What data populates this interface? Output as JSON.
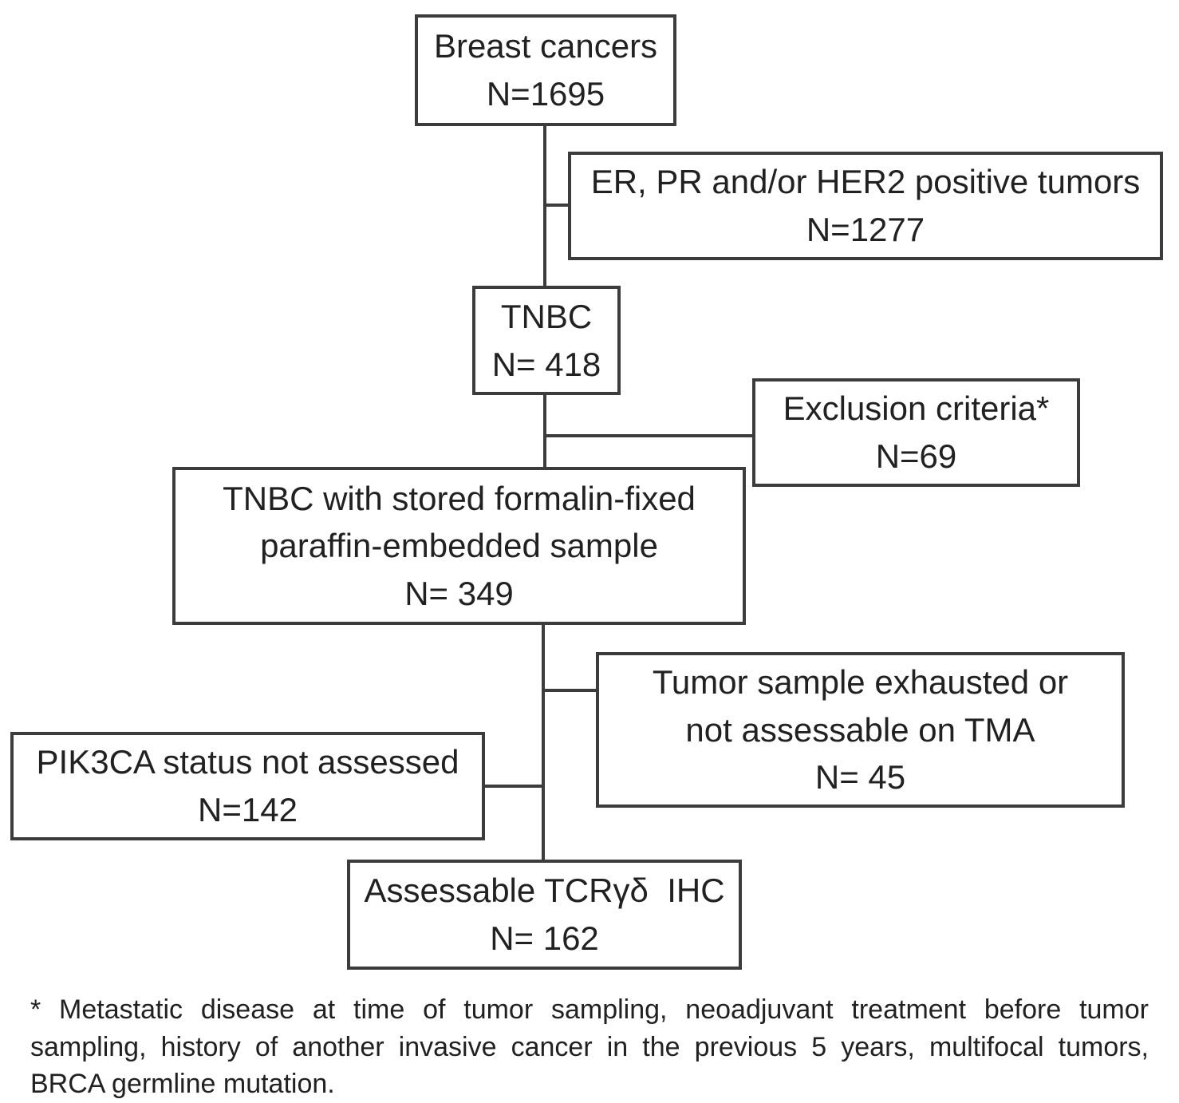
{
  "figure": {
    "type": "flow-diagram",
    "colors": {
      "line": "#3c3c3c",
      "text": "#212121",
      "background": "#ffffff"
    },
    "boxes": [
      {
        "id": "breast-cancers",
        "lines": [
          "Breast cancers",
          "N=1695"
        ]
      },
      {
        "id": "er-pr-her2-positive",
        "lines": [
          "ER, PR and/or HER2 positive tumors",
          "N=1277"
        ]
      },
      {
        "id": "tnbc",
        "lines": [
          "TNBC",
          "N= 418"
        ]
      },
      {
        "id": "exclusion-criteria",
        "lines": [
          "Exclusion criteria*",
          "N=69"
        ]
      },
      {
        "id": "tnbc-stored-sample",
        "lines": [
          "TNBC with stored formalin-fixed",
          "paraffin-embedded sample",
          "N= 349"
        ]
      },
      {
        "id": "tumor-sample-exhausted",
        "lines": [
          "Tumor sample exhausted or",
          "not assessable on TMA",
          "N= 45"
        ]
      },
      {
        "id": "pik3ca-not-assessed",
        "lines": [
          "PIK3CA status not assessed",
          "N=142"
        ]
      },
      {
        "id": "assessable-tcr-ihc",
        "lines": [
          "Assessable TCRγδ  IHC",
          "N= 162"
        ]
      }
    ],
    "footnote": "* Metastatic disease at time of tumor sampling, neoadjuvant treatment before tumor sampling, history of another invasive cancer in the previous 5 years, multifocal tumors, BRCA germline mutation."
  }
}
